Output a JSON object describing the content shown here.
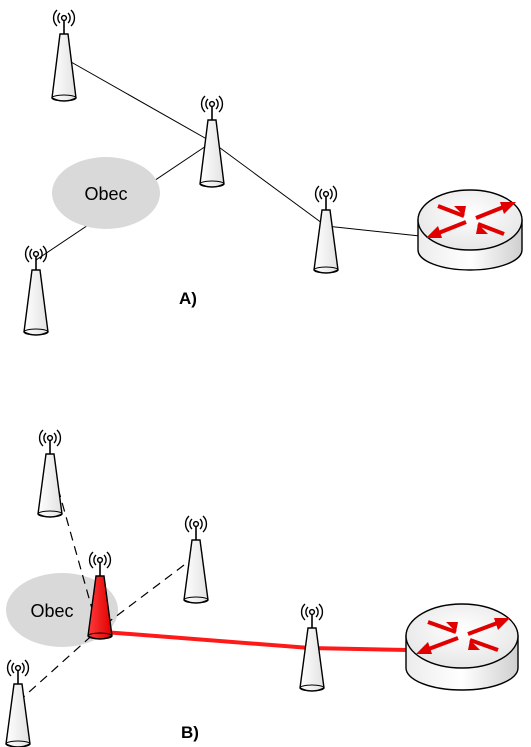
{
  "colors": {
    "background": "#ffffff",
    "cloud_fill": "#d9d9d9",
    "antenna_fill": "#ffffff",
    "antenna_highlight_fill": "#ff1a1a",
    "router_fill": "#f2f2f2",
    "router_arrows": "#e00000",
    "link_normal": "#000000",
    "link_highlight": "#ff1a1a"
  },
  "panel_a": {
    "label": "A)",
    "cloud_label": "Obec"
  },
  "panel_b": {
    "label": "B)",
    "cloud_label": "Obec"
  },
  "icons": {
    "antenna": "wireless-antenna-icon",
    "router": "router-icon",
    "area": "village-area-ellipse"
  }
}
